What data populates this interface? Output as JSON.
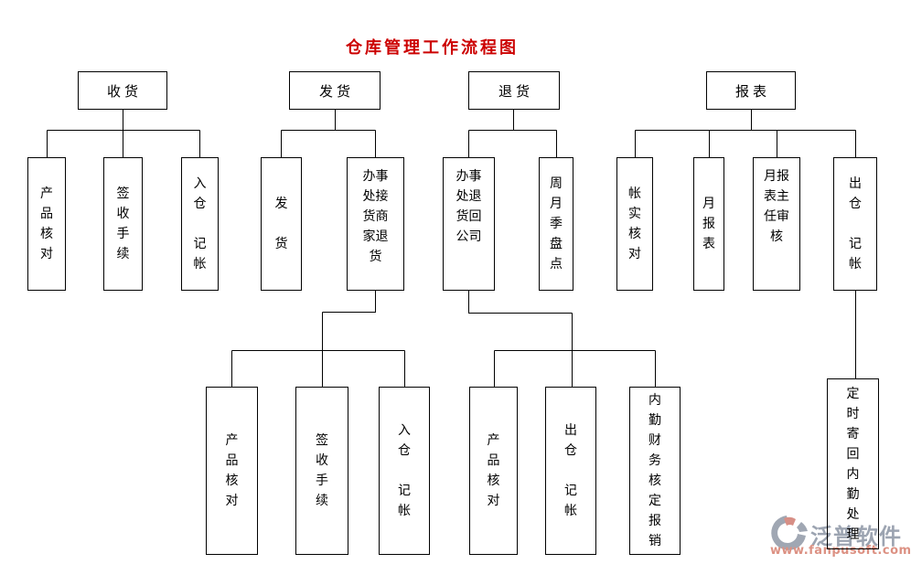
{
  "title": {
    "text": "仓库管理工作流程图",
    "color": "#cc0000"
  },
  "watermark": {
    "brand": "泛普软件",
    "url": "www.fanpusoft.com",
    "brand_color": "#949cab",
    "url_color": "#d98878"
  },
  "diagram": {
    "line_color": "#000000",
    "box_border_color": "#000000",
    "background_color": "#ffffff"
  },
  "nodes": [
    {
      "id": "receiving",
      "label": "收货",
      "display": "收货"
    },
    {
      "id": "shipping",
      "label": "发货",
      "display": "发货"
    },
    {
      "id": "returns",
      "label": "退货",
      "display": "退货"
    },
    {
      "id": "reports",
      "label": "报表",
      "display": "报表"
    },
    {
      "id": "receiving-product-check",
      "label": "产品核对",
      "display": "产\n品\n核\n对"
    },
    {
      "id": "receiving-sign-procedure",
      "label": "签收手续",
      "display": "签\n收\n手\n续"
    },
    {
      "id": "receiving-inbound-bookkeeping",
      "label": "入仓记帐",
      "display": "入\n仓\n\n记\n帐"
    },
    {
      "id": "shipping-dispatch",
      "label": "发货",
      "display": "发\n\n货"
    },
    {
      "id": "shipping-office-merchant-returns",
      "label": "办事处接货商家退货",
      "display": "办事\n处接\n货商\n家退\n货"
    },
    {
      "id": "returns-office-return-to-company",
      "label": "办事处退货回公司",
      "display": "办事\n处退\n货回\n公司"
    },
    {
      "id": "returns-periodic-stocktake",
      "label": "周月季盘点",
      "display": "周\n月\n季\n盘\n点"
    },
    {
      "id": "reports-account-reality-check",
      "label": "帐实核对",
      "display": "帐\n实\n核\n对"
    },
    {
      "id": "reports-monthly-report",
      "label": "月报表",
      "display": "月\n报\n表"
    },
    {
      "id": "reports-director-review",
      "label": "月报表主任审核",
      "display": "月报\n表主\n任审\n核"
    },
    {
      "id": "reports-outbound-bookkeeping",
      "label": "出仓记帐",
      "display": "出\n仓\n\n记\n帐"
    },
    {
      "id": "shipping-product-check",
      "label": "产品核对",
      "display": "产\n品\n核\n对"
    },
    {
      "id": "shipping-sign-procedure",
      "label": "签收手续",
      "display": "签\n收\n手\n续"
    },
    {
      "id": "shipping-inbound-bookkeeping",
      "label": "入仓记帐",
      "display": "入\n仓\n\n记\n帐"
    },
    {
      "id": "returns-product-check",
      "label": "产品核对",
      "display": "产\n品\n核\n对"
    },
    {
      "id": "returns-outbound-bookkeeping",
      "label": "出仓记帐",
      "display": "出\n仓\n\n记\n帐"
    },
    {
      "id": "returns-backoffice-finance-approval",
      "label": "内勤财务核定报销",
      "display": "内\n勤\n财\n务\n核\n定\n报\n销"
    },
    {
      "id": "reports-scheduled-mailback",
      "label": "定时寄回内勤处理",
      "display": "定\n时\n寄\n回\n内\n勤\n处\n理"
    }
  ]
}
